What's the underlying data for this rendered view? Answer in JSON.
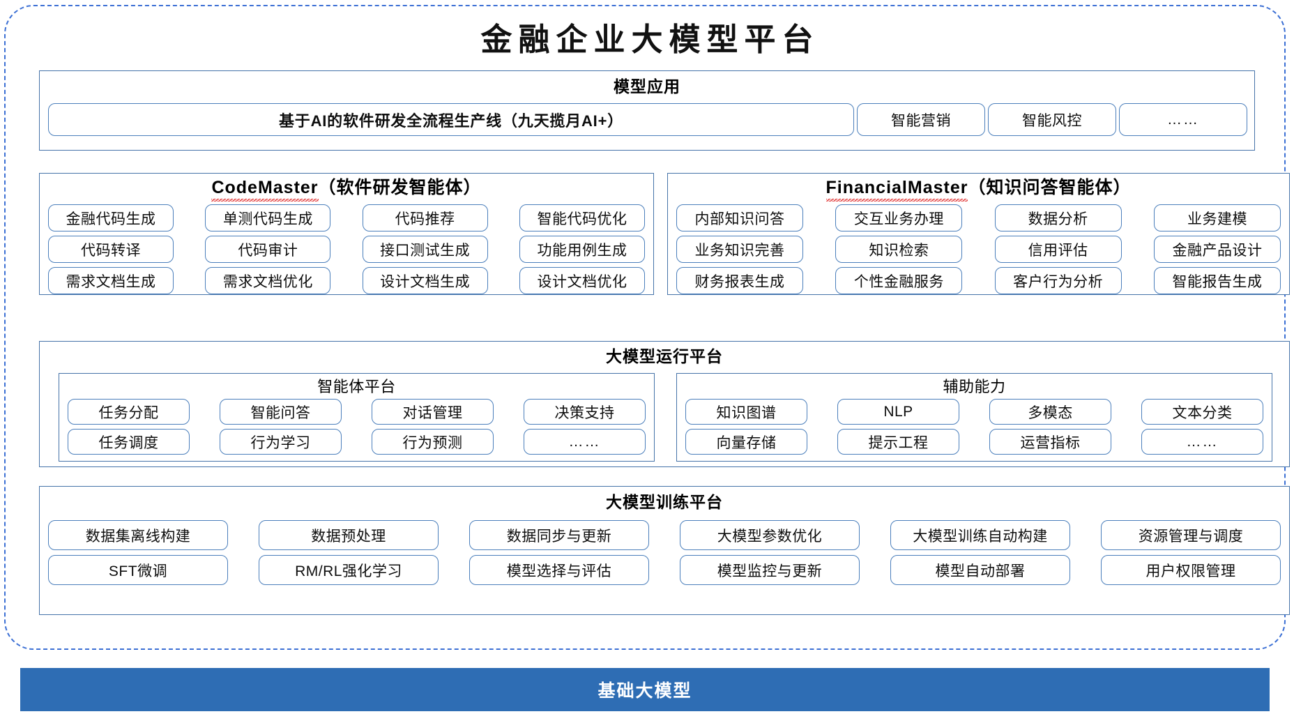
{
  "page": {
    "title": "金融企业大模型平台",
    "accent_blue": "#2e6db4",
    "border_blue": "#4472a8",
    "frame_blue": "#3b6fd4",
    "squiggle_red": "#e03131"
  },
  "model_application": {
    "title": "模型应用",
    "items": [
      "基于AI的软件研发全流程生产线（九天揽月AI+）",
      "智能营销",
      "智能风控",
      "……"
    ]
  },
  "code_master": {
    "title_latin": "CodeMaster",
    "title_cn": "（软件研发智能体）",
    "rows": [
      [
        "金融代码生成",
        "单测代码生成",
        "代码推荐",
        "智能代码优化"
      ],
      [
        "代码转译",
        "代码审计",
        "接口测试生成",
        "功能用例生成"
      ],
      [
        "需求文档生成",
        "需求文档优化",
        "设计文档生成",
        "设计文档优化"
      ]
    ]
  },
  "financial_master": {
    "title_latin": "FinancialMaster",
    "title_cn": "（知识问答智能体）",
    "rows": [
      [
        "内部知识问答",
        "交互业务办理",
        "数据分析",
        "业务建模"
      ],
      [
        "业务知识完善",
        "知识检索",
        "信用评估",
        "金融产品设计"
      ],
      [
        "财务报表生成",
        "个性金融服务",
        "客户行为分析",
        "智能报告生成"
      ]
    ]
  },
  "runtime_platform": {
    "title": "大模型运行平台",
    "agent_platform": {
      "title": "智能体平台",
      "rows": [
        [
          "任务分配",
          "智能问答",
          "对话管理",
          "决策支持"
        ],
        [
          "任务调度",
          "行为学习",
          "行为预测",
          "……"
        ]
      ]
    },
    "auxiliary": {
      "title": "辅助能力",
      "rows": [
        [
          "知识图谱",
          "NLP",
          "多模态",
          "文本分类"
        ],
        [
          "向量存储",
          "提示工程",
          "运营指标",
          "……"
        ]
      ]
    }
  },
  "training_platform": {
    "title": "大模型训练平台",
    "rows": [
      [
        "数据集离线构建",
        "数据预处理",
        "数据同步与更新",
        "大模型参数优化",
        "大模型训练自动构建",
        "资源管理与调度"
      ],
      [
        "SFT微调",
        "RM/RL强化学习",
        "模型选择与评估",
        "模型监控与更新",
        "模型自动部署",
        "用户权限管理"
      ]
    ]
  },
  "base_model_bar": {
    "label": "基础大模型"
  }
}
